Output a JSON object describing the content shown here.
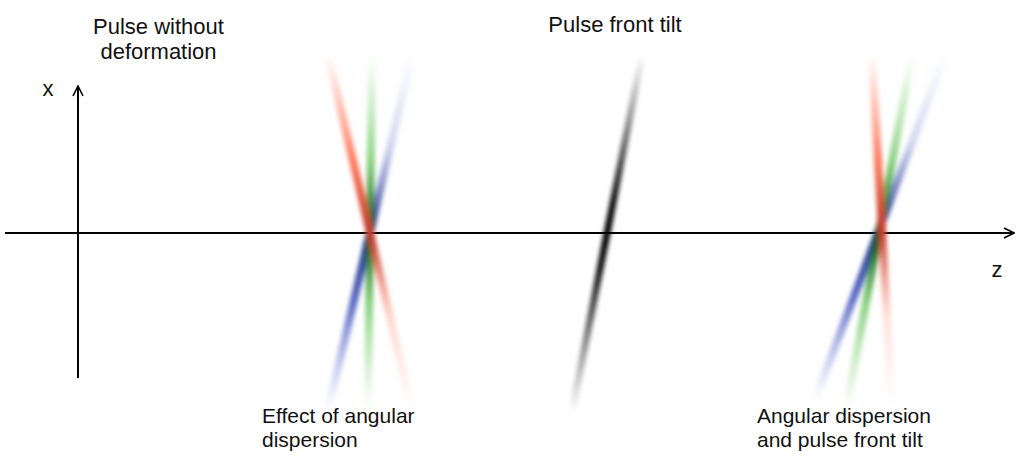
{
  "diagram": {
    "labels": [
      "Pulse without deformation",
      "x",
      "Pulse front tilt",
      "z",
      "Effect of angular dispersion",
      "Angular dispersion and pulse front tilt"
    ]
  }
}
